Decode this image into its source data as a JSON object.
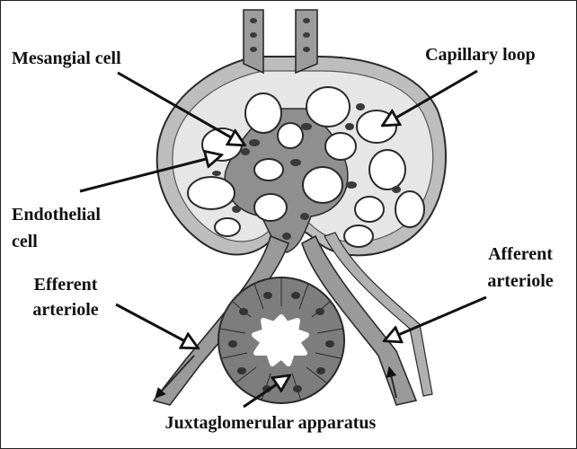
{
  "colors": {
    "outline": "#2a2a2a",
    "capsule_fill": "#bdbdbd",
    "capillary_lumen": "#ffffff",
    "tissue_fill": "#8f8f8f",
    "nucleus_fill": "#3a3a3a",
    "jga_fill": "#7d7d7d",
    "jga_lumen": "#ffffff",
    "label_text": "#111111"
  },
  "labels": {
    "mesangial": "Mesangial cell",
    "capillary": "Capillary loop",
    "endothelial_line1": "Endothelial",
    "endothelial_line2": "cell",
    "efferent_line1": "Efferent",
    "efferent_line2": "arteriole",
    "afferent_line1": "Afferent",
    "afferent_line2": "arteriole",
    "jga": "Juxtaglomerular apparatus"
  }
}
